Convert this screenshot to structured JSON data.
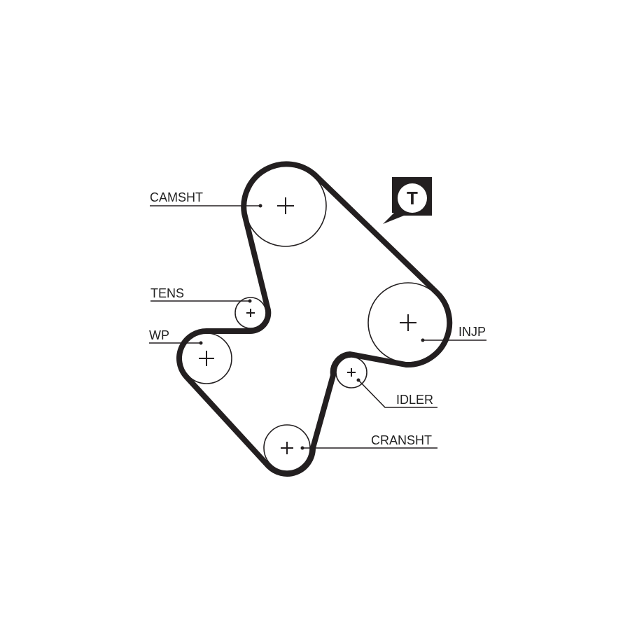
{
  "diagram": {
    "type": "timing-belt-layout",
    "labels": {
      "camshaft": "CAMSHT",
      "tensioner": "TENS",
      "water_pump": "WP",
      "injection_pump": "INJP",
      "idler": "IDLER",
      "crankshaft": "CRANSHT"
    },
    "badge": "T",
    "colors": {
      "belt": "#231f20",
      "line": "#231f20",
      "background": "#ffffff"
    }
  }
}
